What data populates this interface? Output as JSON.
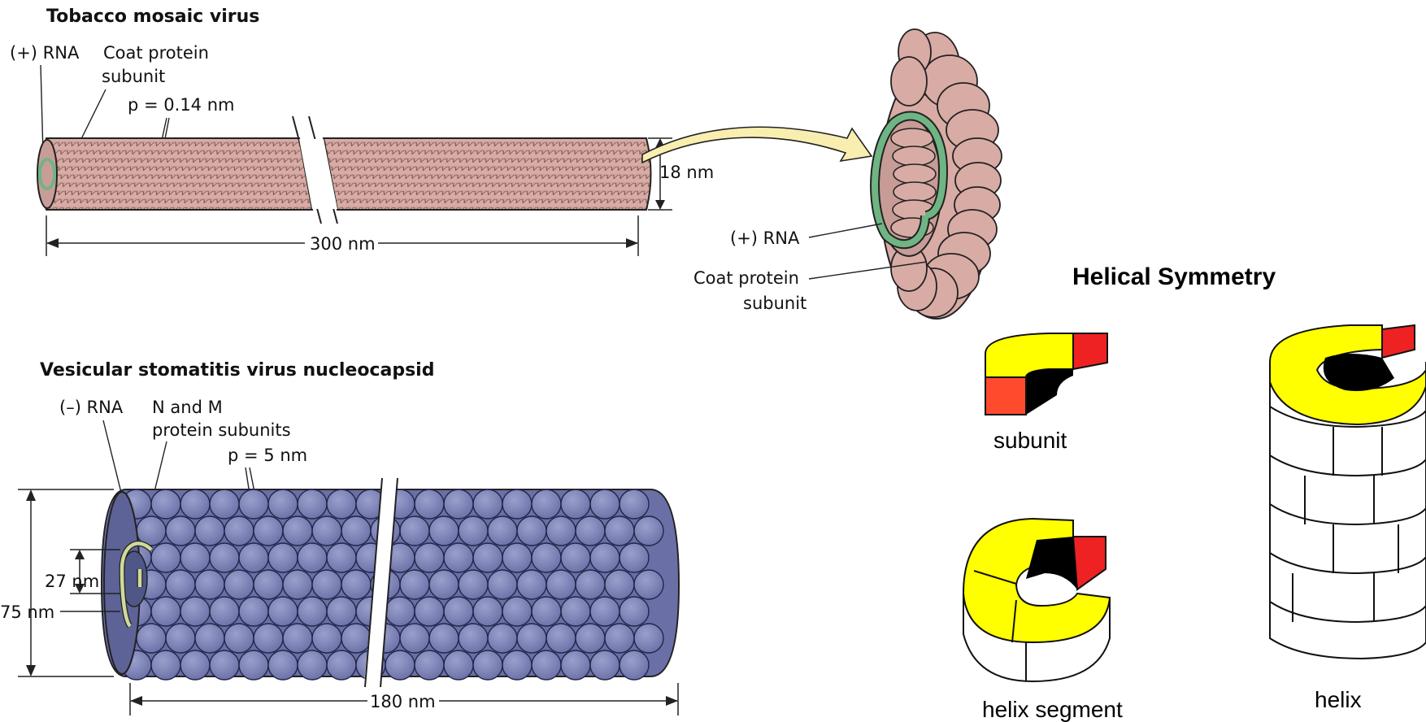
{
  "tmv": {
    "title": "Tobacco mosaic virus",
    "rna_label": "(+) RNA",
    "coat_label_1": "Coat protein",
    "coat_label_2": "subunit",
    "pitch_label": "p = 0.14 nm",
    "diameter_label": "18 nm",
    "length_label": "300 nm",
    "cross_rna_label": "(+) RNA",
    "cross_coat_label_1": "Coat protein",
    "cross_coat_label_2": "subunit"
  },
  "vsv": {
    "title": "Vesicular stomatitis virus nucleocapsid",
    "rna_label": "(–) RNA",
    "protein_label_1": "N and M",
    "protein_label_2": "protein subunits",
    "pitch_label": "p = 5 nm",
    "inner_diameter_label": "27 nm",
    "outer_diameter_label": "75 nm",
    "length_label": "180 nm"
  },
  "symmetry": {
    "title": "Helical Symmetry",
    "subunit_label": "subunit",
    "segment_label": "helix segment",
    "helix_label": "helix"
  },
  "colors": {
    "tmv_coat": "#d8aba5",
    "tmv_coat_dark": "#b98a84",
    "rna_green": "#6fb584",
    "arrow_fill": "#f8eeb0",
    "vsv_sphere": "#7b82b6",
    "vsv_rna": "#cfd99a",
    "yellow": "#ffff00",
    "red": "#ee2222",
    "red_face": "#ff4a2e"
  }
}
